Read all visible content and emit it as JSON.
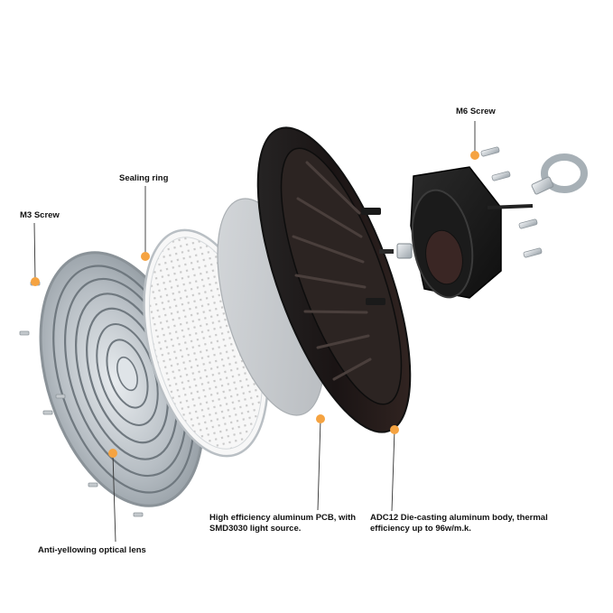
{
  "accent_color": "#f5a341",
  "labels": {
    "m6_screw": "M6 Screw",
    "sealing_ring": "Sealing ring",
    "m3_screw": "M3 Screw",
    "optical_lens": "Anti-yellowing optical lens",
    "pcb_line1": "High efficiency aluminum PCB, with",
    "pcb_line2": "SMD3030 light source.",
    "body_line1": "ADC12 Die-casting aluminum body, thermal",
    "body_line2": "efficiency up to 96w/m.k."
  }
}
